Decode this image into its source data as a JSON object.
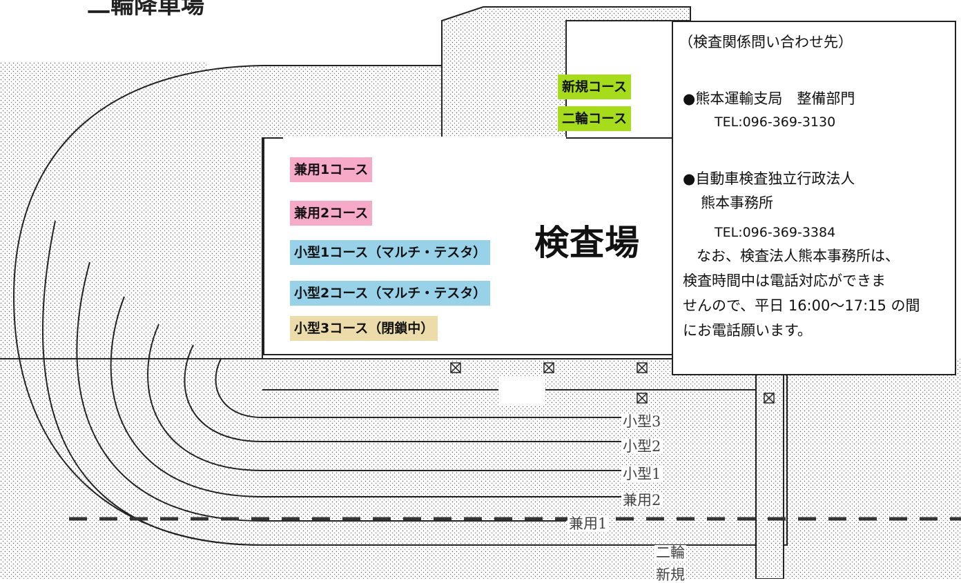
{
  "title": "二輪降車場",
  "building_label": "検査場",
  "course_labels": {
    "new": "新規コース",
    "bike": "二輪コース",
    "kenyo1": "兼用1コース",
    "kenyo2": "兼用2コース",
    "small1": "小型1コース（マルチ・テスタ）",
    "small2": "小型2コース（マルチ・テスタ）",
    "small3": "小型3コース（閉鎖中）"
  },
  "lane_labels": {
    "small3": "小型3",
    "small2": "小型2",
    "small1": "小型1",
    "kenyo2": "兼用2",
    "kenyo1": "兼用1",
    "bike": "二輪",
    "new": "新規"
  },
  "info": {
    "heading": "（検査関係問い合わせ先）",
    "office1_name": "●熊本運輸支局　整備部門",
    "office1_tel": "TEL:096-369-3130",
    "office2_name": "●自動車検査独立行政法人",
    "office2_branch": "熊本事務所",
    "office2_tel": "TEL:096-369-3384",
    "note_line1": "なお、検査法人熊本事務所は、",
    "note_line2": "検査時間中は電話対応ができま",
    "note_line3": "せんので、平日 16:00～17:15 の間",
    "note_line4": "にお電話願います。"
  },
  "colors": {
    "green": "#a6dc1a",
    "pink": "#f6aac8",
    "blue": "#98d2e8",
    "tan": "#ecdcaa"
  }
}
